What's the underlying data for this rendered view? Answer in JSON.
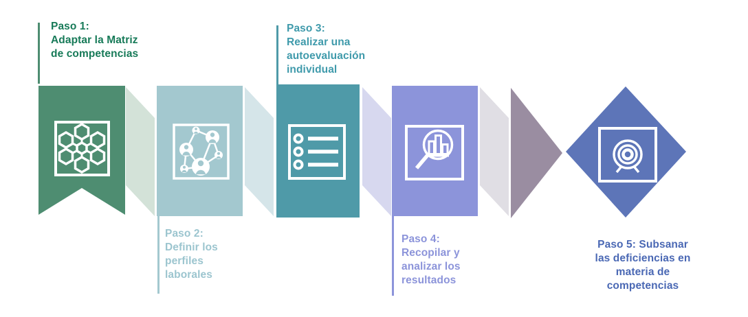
{
  "diagram": {
    "background_color": "#ffffff",
    "icon_color": "#ffffff",
    "arrow_color": "#9a8da1",
    "steps": [
      {
        "name": "step-1",
        "label": "Paso 1:\nAdaptar la Matriz\nde competencias",
        "shape": "banner",
        "icon": "hexagon-cluster-icon",
        "shape_color": "#4e8d71",
        "label_color": "#177a58",
        "connector_color": "#d3e2d8"
      },
      {
        "name": "step-2",
        "label": "Paso 2:\nDefinir los\nperfiles\nlaborales",
        "shape": "rectangle",
        "icon": "people-network-icon",
        "shape_color": "#a3c8cf",
        "label_color": "#9cc5cf",
        "connector_color": "#d5e5e9"
      },
      {
        "name": "step-3",
        "label": "Paso 3:\nRealizar una\nautoevaluación\nindividual",
        "shape": "rectangle",
        "icon": "checklist-icon",
        "shape_color": "#4f9aa8",
        "label_color": "#3f9aab",
        "connector_color": "#d7d8ef"
      },
      {
        "name": "step-4",
        "label": "Paso 4:\nRecopilar y\nanalizar los\nresultados",
        "shape": "rectangle",
        "icon": "magnifier-chart-icon",
        "shape_color": "#8c94da",
        "label_color": "#8c94da",
        "connector_color": "#e0dee4"
      },
      {
        "name": "step-5",
        "label": "Paso 5: Subsanar\nlas deficiencias en\nmateria de\ncompetencias",
        "shape": "diamond",
        "icon": "target-icon",
        "shape_color": "#5d75b8",
        "label_color": "#4a68b4"
      }
    ]
  }
}
